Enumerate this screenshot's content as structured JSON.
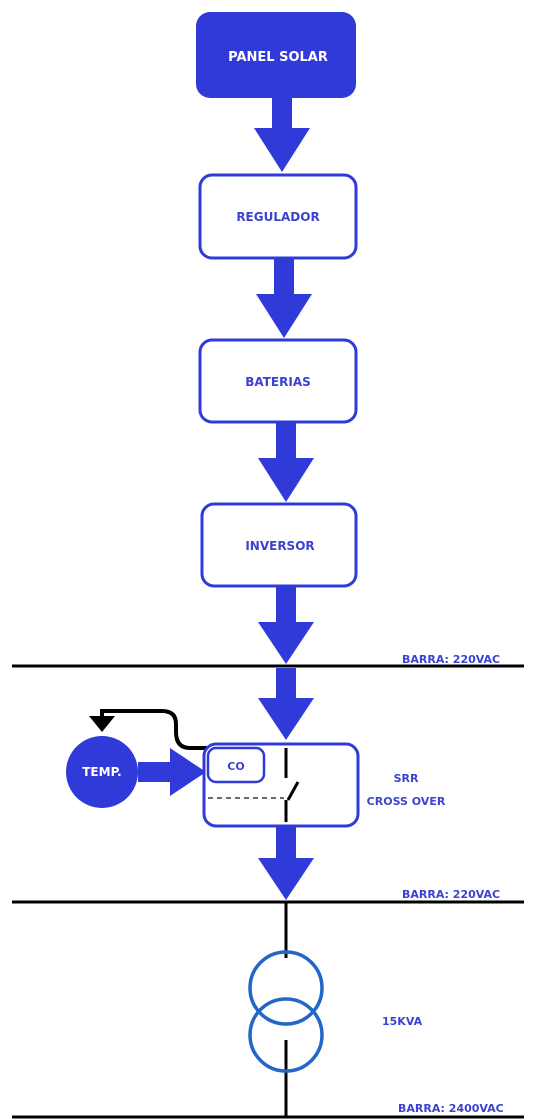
{
  "colors": {
    "primary": "#2f3ad8",
    "label": "#3b43d0",
    "line": "#000000",
    "transformer": "#2166c8"
  },
  "blocks": {
    "panel_solar": "PANEL SOLAR",
    "regulador": "REGULADOR",
    "baterias": "BATERIAS",
    "inversor": "INVERSOR"
  },
  "buses": {
    "bus1": "BARRA: 220VAC",
    "bus2": "BARRA: 220VAC",
    "bus3": "BARRA: 2400VAC"
  },
  "srr": {
    "co_label": "CO",
    "title_line1": "SRR",
    "title_line2": "CROSS OVER"
  },
  "temp_label": "TEMP.",
  "transformer_label": "15KVA"
}
